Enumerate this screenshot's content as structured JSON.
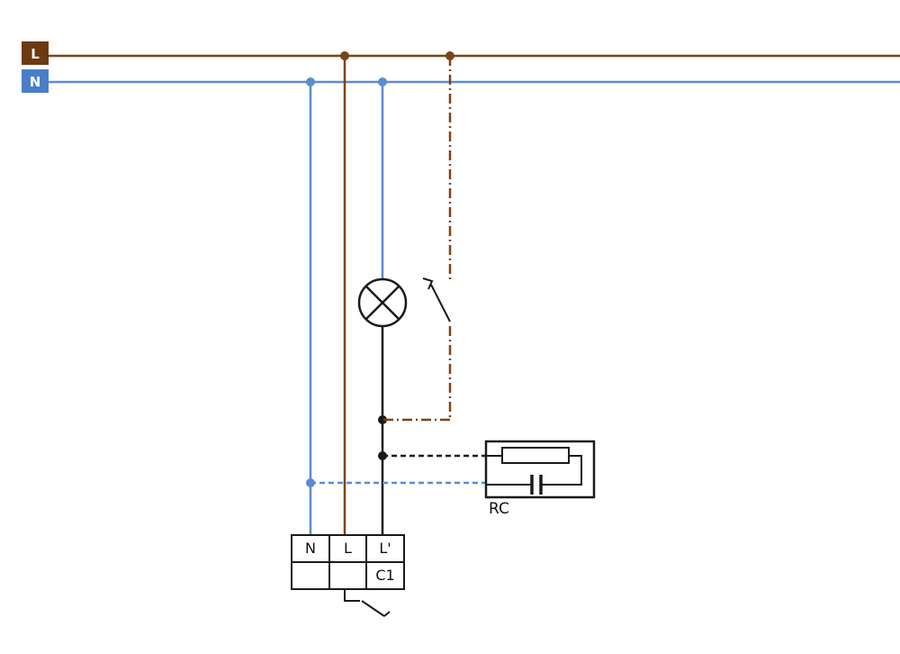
{
  "diagram": {
    "bus": {
      "l_label": "L",
      "n_label": "N"
    },
    "rc_label": "RC",
    "terminal": {
      "n": "N",
      "l": "L",
      "l_prime": "L'",
      "c1": "C1"
    },
    "colors": {
      "wire_brown": "#7a4418",
      "wire_blue": "#5b8bd0",
      "wire_black": "#1a1a1a",
      "l_badge_bg": "#6b3a10",
      "n_badge_bg": "#4a7ecb",
      "badge_text": "#ffffff",
      "background": "#ffffff"
    }
  }
}
